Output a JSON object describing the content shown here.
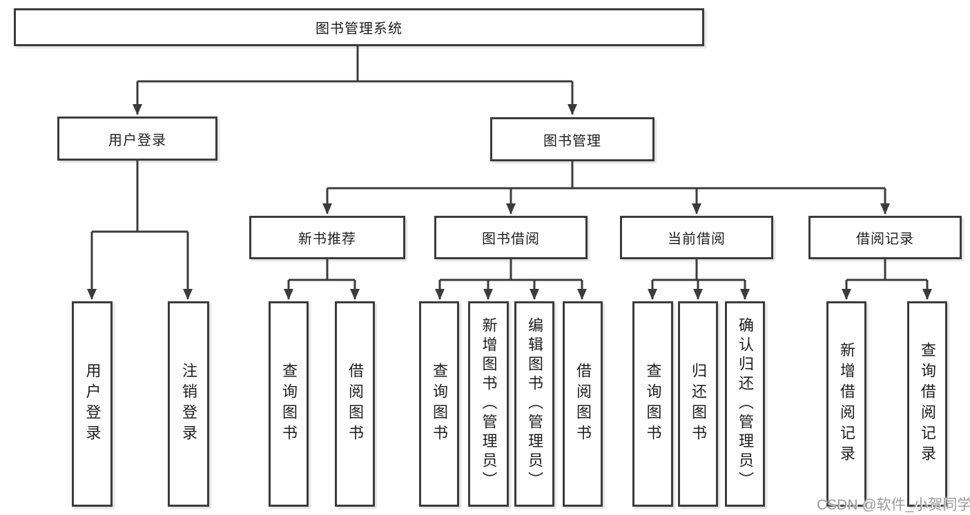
{
  "tree": {
    "label": "图书管理系统",
    "children": [
      {
        "label": "用户登录",
        "children": [
          {
            "label": "用户登录"
          },
          {
            "label": "注销登录"
          }
        ]
      },
      {
        "label": "图书管理",
        "children": [
          {
            "label": "新书推荐",
            "children": [
              {
                "label": "查询图书"
              },
              {
                "label": "借阅图书"
              }
            ]
          },
          {
            "label": "图书借阅",
            "children": [
              {
                "label": "查询图书"
              },
              {
                "label": "新增图书（管理员）"
              },
              {
                "label": "编辑图书（管理员）"
              },
              {
                "label": "借阅图书"
              }
            ]
          },
          {
            "label": "当前借阅",
            "children": [
              {
                "label": "查询图书"
              },
              {
                "label": "归还图书"
              },
              {
                "label": "确认归还（管理员）"
              }
            ]
          },
          {
            "label": "借阅记录",
            "children": [
              {
                "label": "新增借阅记录"
              },
              {
                "label": "查询借阅记录"
              }
            ]
          }
        ]
      }
    ]
  },
  "watermark": {
    "text": "CSDN @软件_小贺同学"
  },
  "colors": {
    "line": "#3b3b3b",
    "text": "#1e1e1e",
    "watermark": "#9b9b9b",
    "background": "#ffffff"
  }
}
